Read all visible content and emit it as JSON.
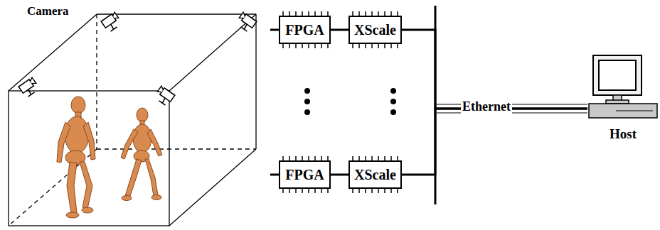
{
  "diagram": {
    "nodes": [
      {
        "text": [
          "FPGA"
        ]
      },
      {
        "text": [
          "XScale"
        ]
      },
      {
        "text": [
          "FPGA"
        ]
      },
      {
        "text": [
          "XScale"
        ]
      },
      {
        "text": [
          "Host"
        ]
      }
    ],
    "edges": [
      {
        "from": 0,
        "to": 1,
        "arrow": "none"
      },
      {
        "from": 2,
        "to": 3,
        "arrow": "none"
      },
      {
        "from": 1,
        "to": 4,
        "arrow": "none"
      },
      {
        "from": 3,
        "to": 4,
        "arrow": "none"
      }
    ],
    "labels": [
      "Camera",
      "Ethernet"
    ]
  }
}
